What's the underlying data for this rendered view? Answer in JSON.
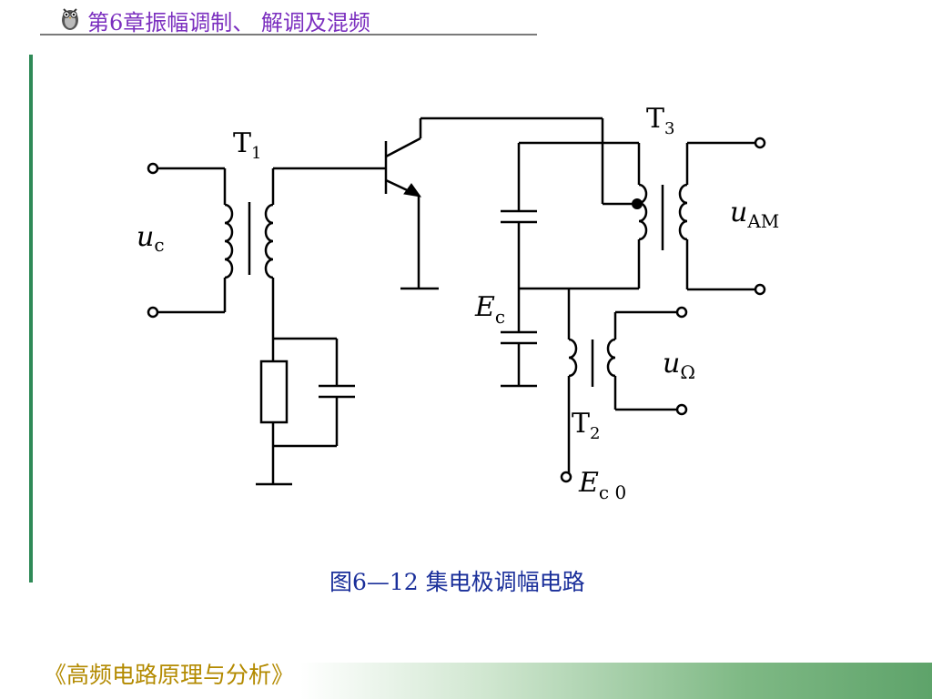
{
  "header": {
    "title": "第6章振幅调制、 解调及混频",
    "logo_icon": "owl-logo-icon"
  },
  "diagram": {
    "labels": {
      "t1": {
        "main": "T",
        "sub": "1"
      },
      "t2": {
        "main": "T",
        "sub": "2"
      },
      "t3": {
        "main": "T",
        "sub": "3"
      },
      "uc": {
        "main": "u",
        "sub": "c"
      },
      "uam": {
        "main": "u",
        "sub": "AM"
      },
      "uomega": {
        "main": "u",
        "sub": "Ω"
      },
      "ec": {
        "main": "E",
        "sub": "c"
      },
      "ec0": {
        "main": "E",
        "sub": "c 0"
      }
    }
  },
  "caption": "图6—12  集电极调幅电路",
  "footer": {
    "title": "《高频电路原理与分析》"
  },
  "colors": {
    "header_text": "#7b2fbf",
    "left_bar": "#2f8a57",
    "caption": "#1a2f9a",
    "footer_text": "#b38a00"
  }
}
